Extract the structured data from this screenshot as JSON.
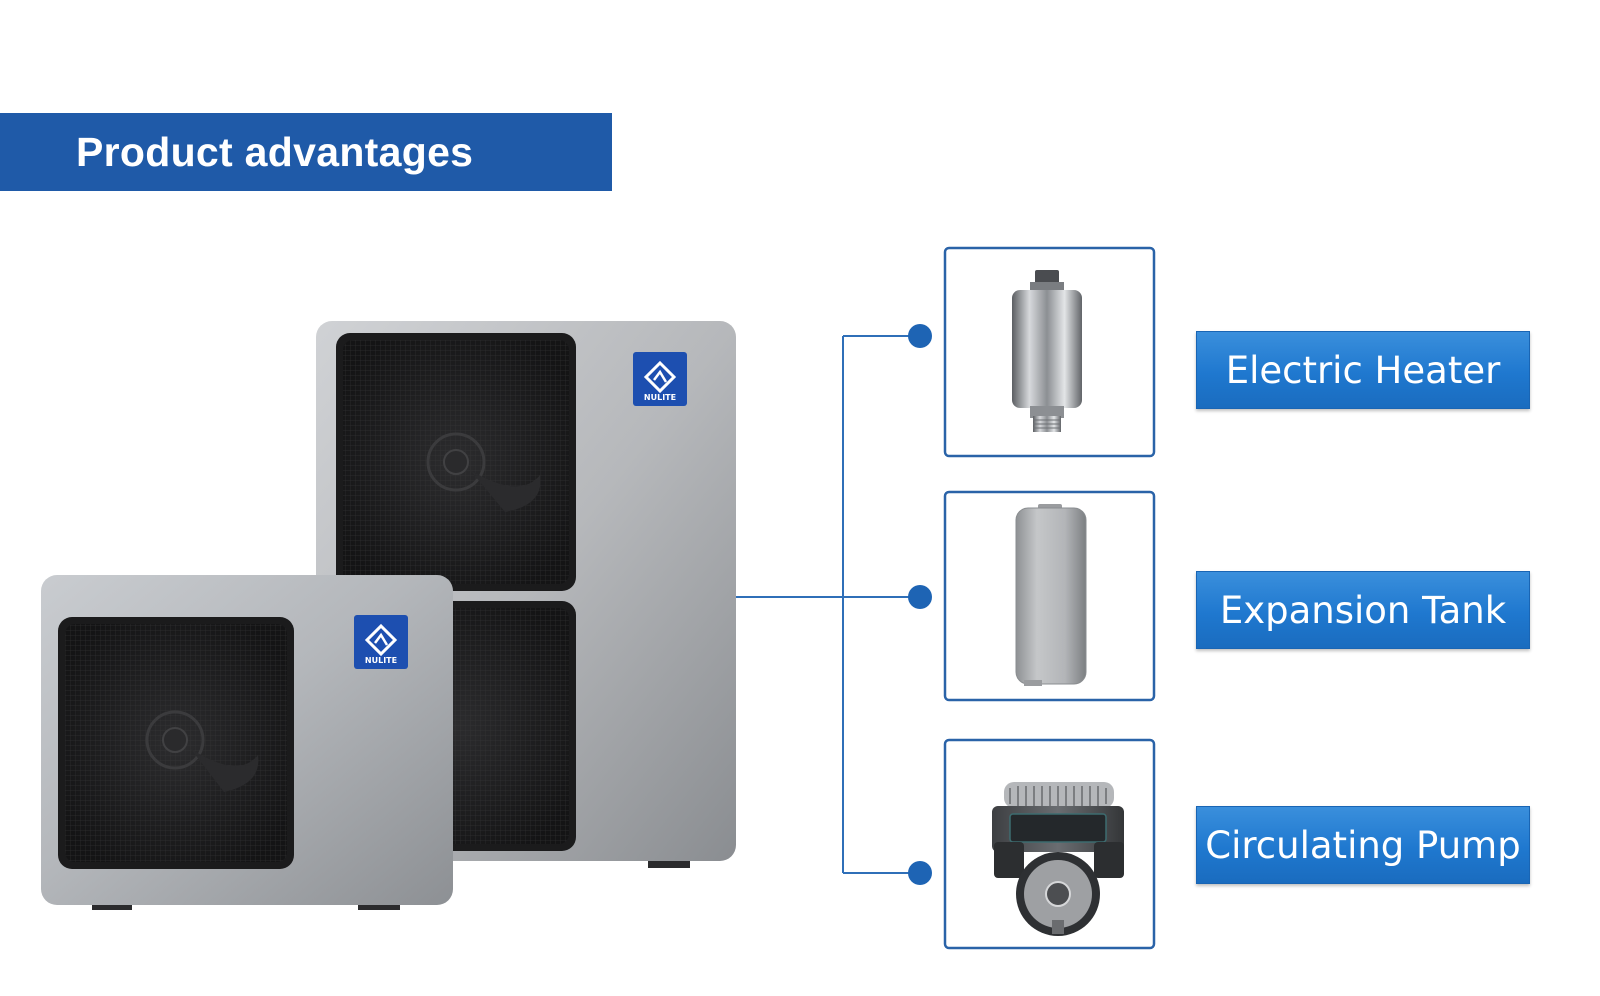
{
  "header": {
    "title": "Product advantages"
  },
  "product": {
    "brand_logo_text": "NULITE"
  },
  "features": [
    {
      "label": "Electric Heater",
      "icon": "electric-heater"
    },
    {
      "label": "Expansion Tank",
      "icon": "expansion-tank"
    },
    {
      "label": "Circulating Pump",
      "icon": "circulating-pump"
    }
  ],
  "colors": {
    "banner_blue": "#1f5aa8",
    "label_blue": "#1f78cf",
    "frame_blue": "#2a63a8",
    "connector_blue": "#2f6fb8"
  }
}
